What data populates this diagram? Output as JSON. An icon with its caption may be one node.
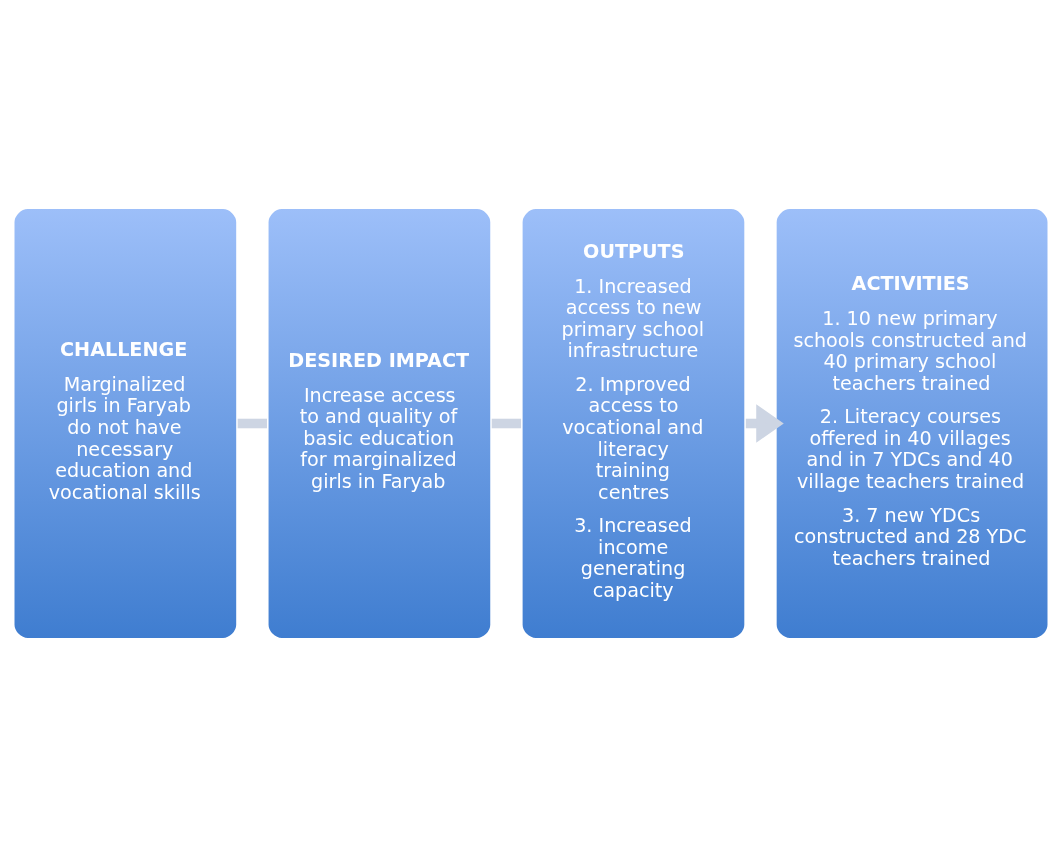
{
  "diagram": {
    "nodes": [
      {
        "text": [
          "CHALLENGE",
          "Marginalized girls in Faryab do not have necessary education and vocational skills"
        ]
      },
      {
        "text": [
          "DESIRED IMPACT",
          "Increase access to and quality of basic education for marginalized girls in Faryab"
        ]
      },
      {
        "text": [
          "OUTPUTS",
          "1. Increased access to new primary school infrastructure",
          "2. Improved access to vocational and literacy training centres",
          "3. Increased income generating capacity"
        ]
      },
      {
        "text": [
          "ACTIVITIES",
          "1. 10 new primary schools constructed and 40 primary school teachers trained",
          "2. Literacy courses offered in 40 villages and in 7 YDCs and 40 village teachers trained",
          "3. 7 new YDCs constructed and 28 YDC teachers trained"
        ]
      }
    ],
    "edges": [
      {
        "from": 0,
        "to": 1,
        "arrow": "none"
      },
      {
        "from": 1,
        "to": 2,
        "arrow": "none"
      },
      {
        "from": 2,
        "to": 3,
        "arrow": "to"
      }
    ]
  }
}
